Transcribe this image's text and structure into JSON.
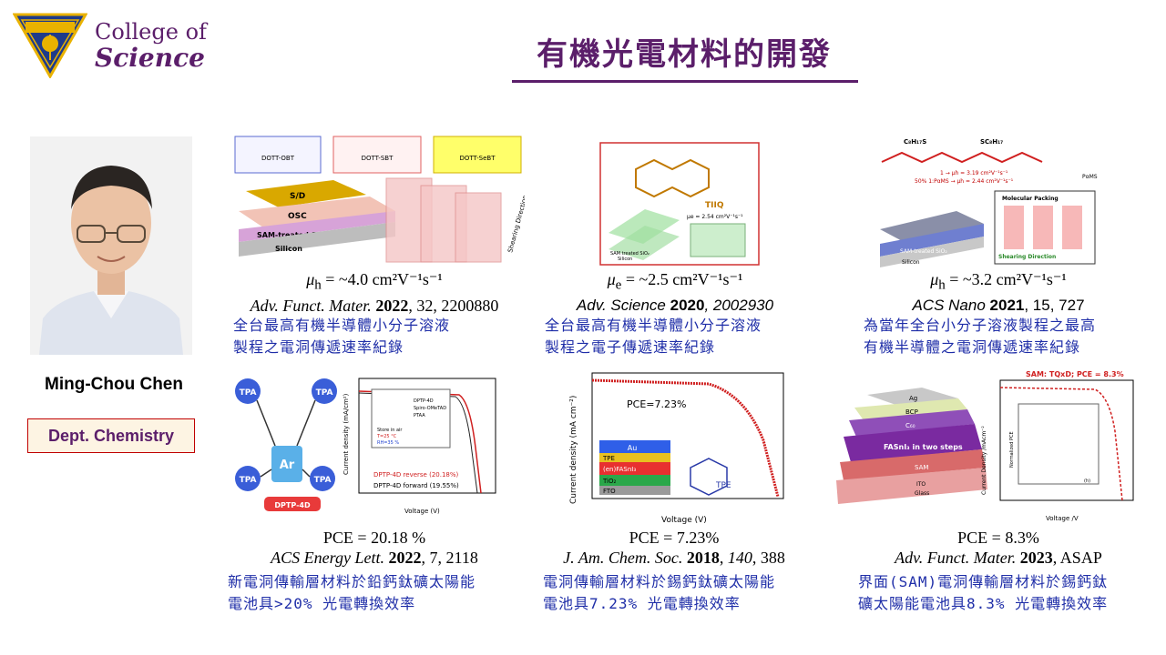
{
  "header": {
    "college_line1": "College of",
    "college_line2": "Science",
    "title": "有機光電材料的開發",
    "colors": {
      "accent": "#5b1e6a",
      "note_blue": "#1f2ea8",
      "dept_border": "#c00000"
    }
  },
  "person": {
    "name": "Ming-Chou Chen",
    "department": "Dept. Chemistry"
  },
  "row1": [
    {
      "figure_labels": {
        "molecule_1": "DOTT-OBT",
        "molecule_2": "DOTT-SBT",
        "molecule_3": "DOTT-SeBT",
        "layer_top": "S/D",
        "layer_osc": "OSC",
        "layer_sam": "SAM-treated SiO₂",
        "layer_si": "Silicon",
        "shear": "Shearing Direction"
      },
      "mobility_sym": "μ",
      "mobility_sub": "h",
      "mobility_val": " = ~4.0 cm²V⁻¹s⁻¹",
      "journal": "Adv. Funct. Mater.",
      "year": "2022",
      "rest": ", 32, 2200880",
      "note_line1": "全台最高有機半導體小分子溶液",
      "note_line2": "製程之電洞傳遞速率紀錄"
    },
    {
      "figure_labels": {
        "molecule": "TIIQ",
        "mu_label": "μe = 2.54 cm²V⁻¹s⁻¹",
        "sam": "SAM treated SiO₂",
        "si": "Silicon"
      },
      "mobility_sym": "μ",
      "mobility_sub": "e",
      "mobility_val": " = ~2.5 cm²V⁻¹s⁻¹",
      "journal": "Adv. Science",
      "year": "2020",
      "rest": ", 2002930",
      "note_line1": "全台最高有機半導體小分子溶液",
      "note_line2": "製程之電子傳遞速率紀錄"
    },
    {
      "figure_labels": {
        "c8": "C₈H₁₇S",
        "sc8": "SC₈H₁₇",
        "pams": "PαMS",
        "line1": "1 → μh = 3.19 cm²V⁻¹s⁻¹",
        "line2": "50% 1:PαMS → μh = 2.44 cm²V⁻¹s⁻¹",
        "packing": "Molecular Packing",
        "sam": "SAM-treated SiO₂",
        "si": "Silicon",
        "shear": "Shearing Direction"
      },
      "mobility_sym": "μ",
      "mobility_sub": "h",
      "mobility_val": " = ~3.2 cm²V⁻¹s⁻¹",
      "journal": "ACS Nano",
      "year": "2021",
      "rest": ", 15, 727",
      "note_line1": "為當年全台小分子溶液製程之最高",
      "note_line2": "有機半導體之電洞傳遞速率紀錄"
    }
  ],
  "row2": [
    {
      "figure_labels": {
        "tpa": "TPA",
        "ar": "Ar",
        "name": "DPTP-4D",
        "ylabel": "Current density (mA/cm²)",
        "xlabel": "Voltage (V)",
        "leg1": "DPTP-4D reverse (20.18%)",
        "leg2": "DPTP-4D forward (19.55%)",
        "inset1": "DPTP-4D",
        "inset2": "Spiro-OMeTAD",
        "inset3": "PTAA",
        "inset_store": "Store in air",
        "inset_t": "T=25 °C",
        "inset_rh": "RH=35 %"
      },
      "pce": "PCE = 20.18 %",
      "journal": "ACS Energy Lett.",
      "year": "2022",
      "rest": ", 7, 2118",
      "note_line1": "新電洞傳輸層材料於鉛鈣鈦礦太陽能",
      "note_line2": "電池具>20% 光電轉換效率"
    },
    {
      "figure_labels": {
        "pce": "PCE=7.23%",
        "ylabel": "Current density (mA cm⁻²)",
        "xlabel": "Voltage (V)",
        "au": "Au",
        "tpe_layer": "TPE",
        "fasn": "(en)FASnI₃",
        "tio": "TiO₂",
        "fto": "FTO",
        "tpe": "TPE"
      },
      "pce": "PCE = 7.23%",
      "journal": "J. Am. Chem. Soc.",
      "year": "2018",
      "vol": "140",
      "rest": ", 388",
      "note_line1": "電洞傳輸層材料於錫鈣鈦礦太陽能",
      "note_line2": "電池具7.23% 光電轉換效率"
    },
    {
      "figure_labels": {
        "title": "SAM: TQxD; PCE = 8.3%",
        "ag": "Ag",
        "bcp": "BCP",
        "c60": "C₆₀",
        "fasn": "FASnI₃ in two steps",
        "sam": "SAM",
        "ito": "ITO",
        "glass": "Glass",
        "ylabel": "Current Density /mAcm⁻²",
        "xlabel": "Voltage /V",
        "inset_y": "Normalized PCE",
        "inset_x": "(h)"
      },
      "pce": "PCE = 8.3%",
      "journal": "Adv. Funct. Mater.",
      "year": "2023",
      "rest": ", ASAP",
      "note_line1": "界面(SAM)電洞傳輸層材料於錫鈣鈦",
      "note_line2": "礦太陽能電池具8.3% 光電轉換效率"
    }
  ]
}
